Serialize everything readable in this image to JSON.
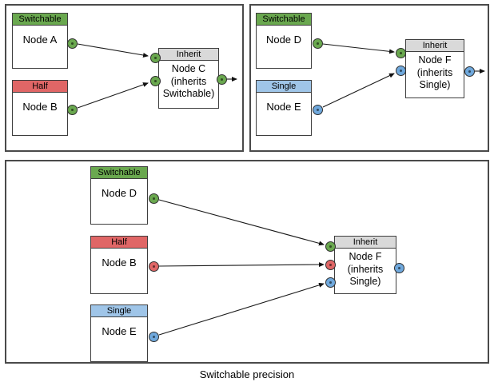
{
  "caption": "Switchable precision",
  "colors": {
    "switchable_green": "#6aa84f",
    "half_red": "#e06666",
    "single_header_blue": "#9fc5e8",
    "single_port_blue": "#6fa8dc",
    "inherit_gray": "#d9d9d9",
    "panel_border": "#4a4a4a",
    "node_border": "#3e3e3e"
  },
  "panels": {
    "top_left": {
      "nodes": {
        "a": {
          "header": "Switchable",
          "label": "Node A"
        },
        "b": {
          "header": "Half",
          "label": "Node B"
        },
        "c": {
          "header": "Inherit",
          "line1": "Node C",
          "line2": "(inherits",
          "line3": "Switchable)"
        }
      },
      "connections": [
        "Node A out -> Node C in",
        "Node B out -> Node C in",
        "Node C out -> external"
      ]
    },
    "top_right": {
      "nodes": {
        "d": {
          "header": "Switchable",
          "label": "Node D"
        },
        "e": {
          "header": "Single",
          "label": "Node E"
        },
        "f": {
          "header": "Inherit",
          "line1": "Node F",
          "line2": "(inherits",
          "line3": "Single)"
        }
      },
      "connections": [
        "Node D out -> Node F in",
        "Node E out -> Node F in",
        "Node F out -> external"
      ]
    },
    "bottom": {
      "nodes": {
        "d": {
          "header": "Switchable",
          "label": "Node D"
        },
        "b": {
          "header": "Half",
          "label": "Node B"
        },
        "e": {
          "header": "Single",
          "label": "Node E"
        },
        "f": {
          "header": "Inherit",
          "line1": "Node F",
          "line2": "(inherits",
          "line3": "Single)"
        }
      },
      "connections": [
        "Node D out -> Node F in",
        "Node B out -> Node F in",
        "Node E out -> Node F in"
      ]
    }
  }
}
